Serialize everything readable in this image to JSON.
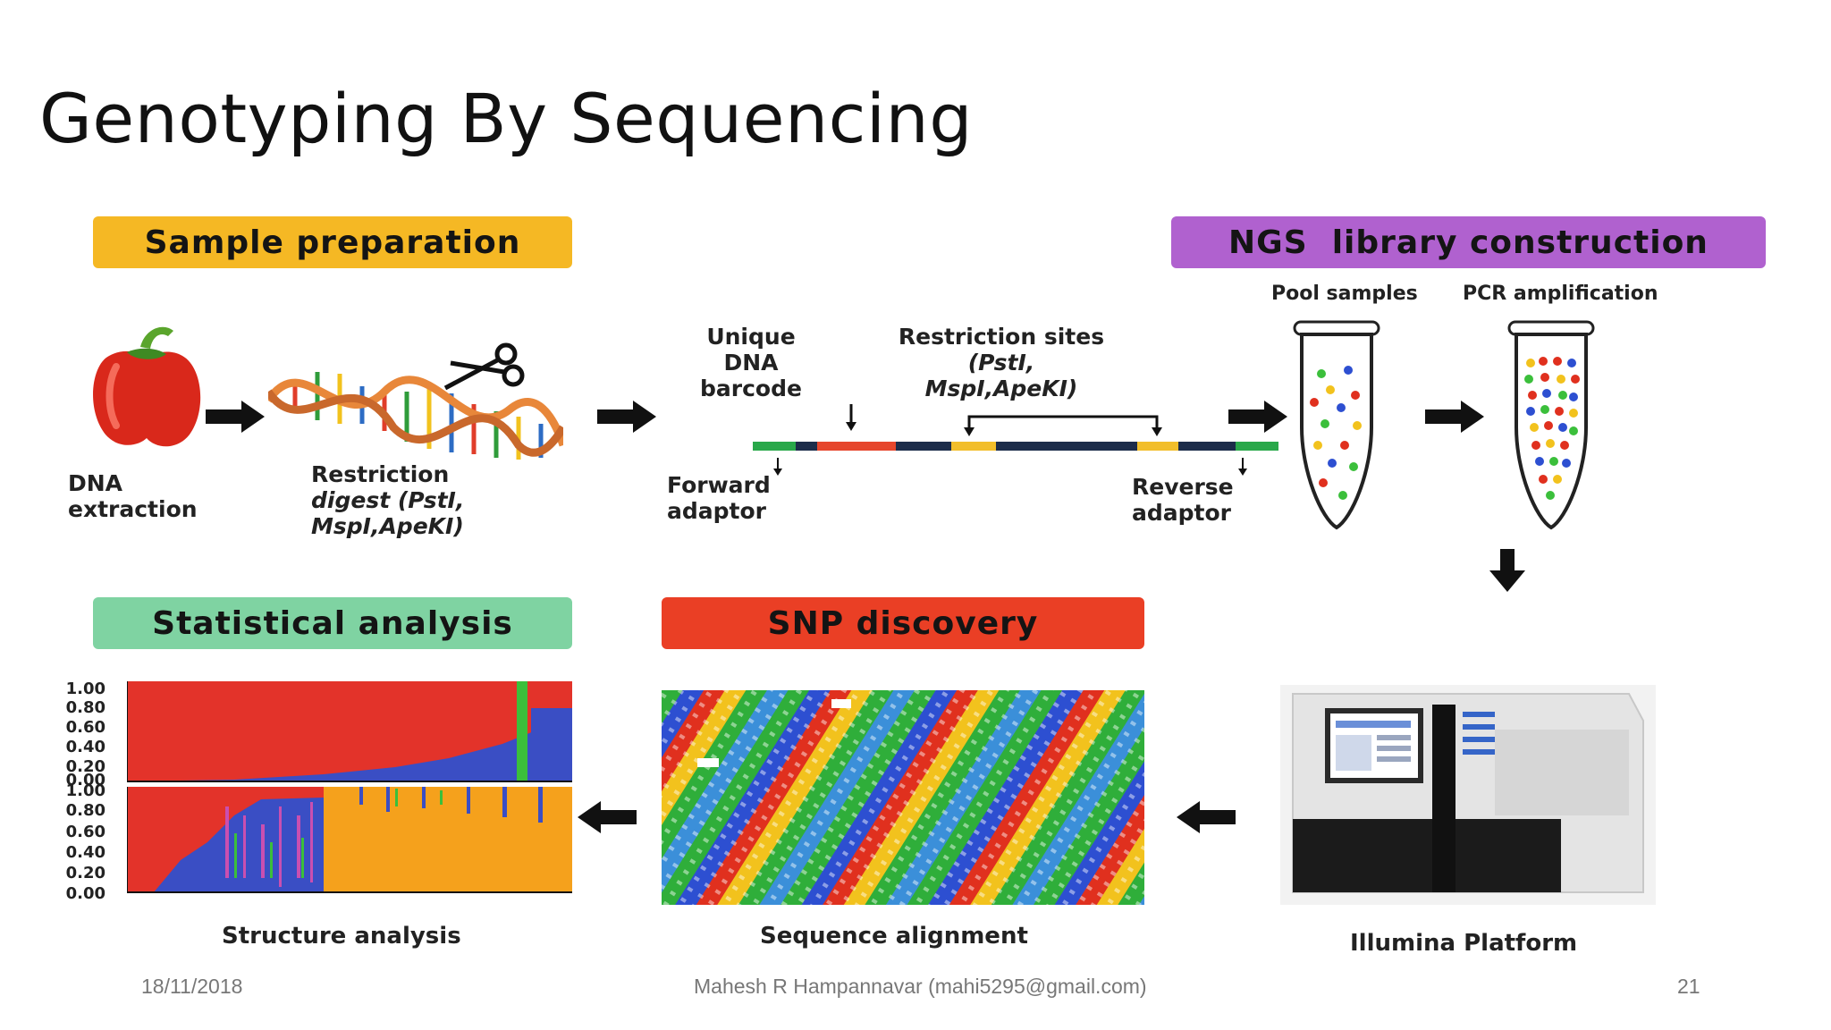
{
  "title": "Genotyping By Sequencing",
  "stages": {
    "sample_preparation": "Sample preparation",
    "ngs_library": "NGS  library construction",
    "statistical_analysis": "Statistical analysis",
    "snp_discovery": "SNP discovery"
  },
  "labels": {
    "dna_extraction": [
      "DNA",
      "extraction"
    ],
    "restriction_digest": [
      "Restriction",
      "digest (PstI,",
      "MspI,ApeKI)"
    ],
    "unique_barcode": [
      "Unique",
      "DNA",
      "barcode"
    ],
    "restriction_sites": [
      "Restriction sites",
      "(PstI,",
      "MspI,ApeKI)"
    ],
    "forward_adaptor": [
      "Forward",
      "adaptor"
    ],
    "reverse_adaptor": [
      "Reverse",
      "adaptor"
    ],
    "pool_samples": "Pool samples",
    "pcr_amplification": "PCR amplification"
  },
  "captions": {
    "structure": "Structure analysis",
    "alignment": "Sequence alignment",
    "illumina": "Illumina Platform"
  },
  "structure_ticks": [
    "1.00",
    "0.80",
    "0.60",
    "0.40",
    "0.20",
    "0.00"
  ],
  "colors": {
    "sample_prep": "#f5b824",
    "ngs": "#b061cf",
    "statistical": "#7fd3a2",
    "snp": "#ea3f25",
    "plot_red": "#e3332a",
    "plot_blue": "#3a4ec4",
    "plot_orange": "#f5a11c",
    "plot_green": "#3bbf3b"
  },
  "footer": {
    "date": "18/11/2018",
    "author": "Mahesh R Hampannavar (mahi5295@gmail.com)",
    "page": "21"
  }
}
